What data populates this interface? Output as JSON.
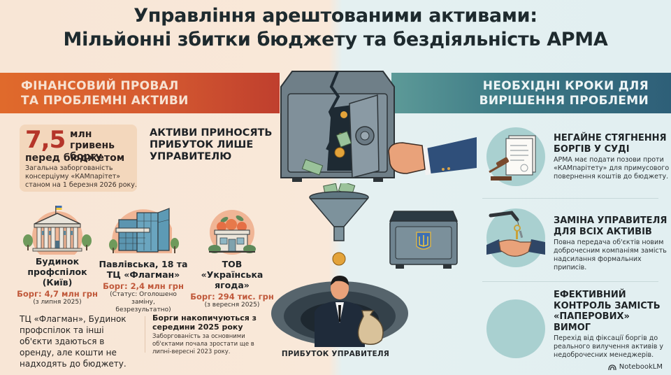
{
  "header": {
    "title_line1": "Управління арештованими активами:",
    "title_line2": "Мільйонні збитки бюджету та бездіяльність АРМА"
  },
  "left_section": {
    "banner_line1": "ФІНАНСОВИЙ ПРОВАЛ",
    "banner_line2": "ТА ПРОБЛЕМНІ АКТИВИ",
    "debt_card": {
      "amount": "7,5",
      "unit_line1": "млн гривень",
      "unit_line2": "боргу",
      "subtitle": "перед бюджетом",
      "note": "Загальна заборгованість консерціуму «КАМпарітет» станом на 1 березня 2026 року."
    },
    "profit_heading": {
      "line1": "АКТИВИ ПРИНОСЯТЬ",
      "line2": "ПРИБУТОК ЛИШЕ",
      "line3": "УПРАВИТЕЛЮ"
    },
    "assets": [
      {
        "icon": "building-columns-icon",
        "name_line1": "Будинок",
        "name_line2": "профспілок (Київ)",
        "debt": "Борг: 4,7 млн грн",
        "note_line1": "(з липня 2025)",
        "note_line2": ""
      },
      {
        "icon": "office-building-icon",
        "name_line1": "Павлівська, 18 та",
        "name_line2": "ТЦ «Флагман»",
        "debt": "Борг: 2,4 млн грн",
        "note_line1": "(Статус: Оголошено заміну,",
        "note_line2": "безрезультатно)"
      },
      {
        "icon": "fruit-shop-icon",
        "name_line1": "ТОВ",
        "name_line2": "«Українська ягода»",
        "debt": "Борг: 294 тис. грн",
        "note_line1": "(з вересня 2025)",
        "note_line2": ""
      }
    ],
    "bottom_text": "ТЦ «Флагман», Будинок профспілок та інші об'єкти здаються в оренду, але кошти не надходять до бюджету.",
    "bottom_mid": {
      "heading": "Борги накопичуються з середини 2025 року",
      "text": "Заборгованість за основними об'єктами почала зростати ще в липні-вересні 2023 року."
    }
  },
  "center": {
    "manager_label": "ПРИБУТОК УПРАВИТЕЛЯ",
    "icons": [
      "broken-safe-icon",
      "money-funnel-icon",
      "state-safe-trident-icon",
      "manager-in-hole-icon",
      "hand-icon"
    ]
  },
  "right_section": {
    "banner_line1": "НЕОБХІДНІ КРОКИ ДЛЯ",
    "banner_line2": "ВИРІШЕННЯ ПРОБЛЕМИ",
    "steps": [
      {
        "icon": "gavel-documents-icon",
        "heading_line1": "НЕГАЙНЕ СТЯГНЕННЯ",
        "heading_line2": "БОРГІВ У СУДІ",
        "text": "АРМА має подати позови проти «КАМпарітету» для примусового повернення коштів до бюджету."
      },
      {
        "icon": "handshake-keys-icon",
        "heading_line1": "ЗАМІНА УПРАВИТЕЛЯ",
        "heading_line2": "ДЛЯ ВСІХ АКТИВІВ",
        "text": "Повна передача об'єктів новим доброчесним компаніям замість надсилання формальних приписів."
      },
      {
        "icon": "empty-circle-icon",
        "heading_line1": "ЕФЕКТИВНИЙ",
        "heading_line2": "КОНТРОЛЬ ЗАМІСТЬ",
        "heading_line3": "«ПАПЕРОВИХ»",
        "heading_line4": "ВИМОГ",
        "text": "Перехід від фіксації боргів до реального вилучення активів у недоброчесних менеджерів."
      }
    ]
  },
  "brand": {
    "label": "NotebookLM"
  },
  "colors": {
    "left_banner": "#d55a30",
    "right_banner": "#3e7b86",
    "debt_red": "#b5352a",
    "debt_orange": "#c0583a",
    "left_bg": "#f9e8d9",
    "right_bg": "#e3eff1",
    "step_circle": "#a9d0d0"
  }
}
